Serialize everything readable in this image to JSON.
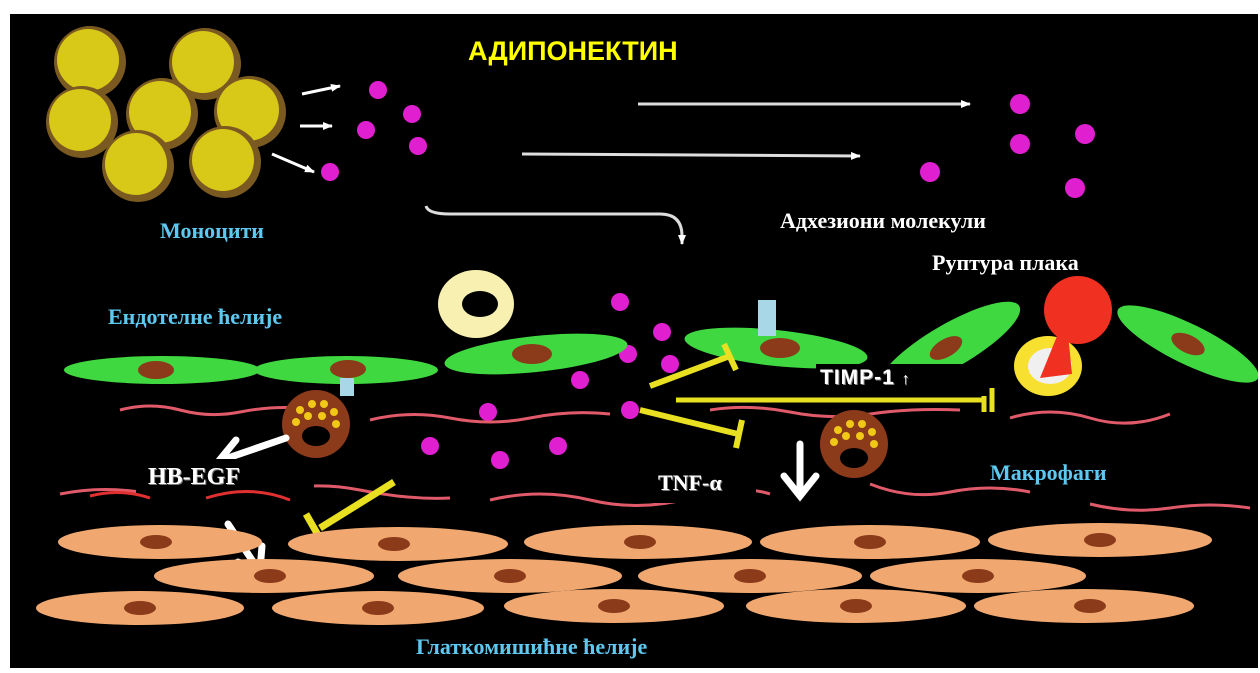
{
  "title": "АДИПОНЕКТИН",
  "labels": {
    "monocytes": "Моноцити",
    "adhesion_molecules": "Адхезиони молекули",
    "plaque_rupture": "Руптура плака",
    "endothelial_cells": "Ендотелне ћелије",
    "timp": "TIMP-1",
    "timp_arrow": "↑",
    "hb_egf": "HB-EGF",
    "tnf": "TNF-α",
    "macrophages": "Макрофаги",
    "smooth_muscle_cells": "Глаткомишићне ћелије"
  },
  "colors": {
    "background": "#000000",
    "title": "#ffff00",
    "cell_label": "#5ec8f0",
    "white_label": "#ffffff",
    "monocyte": "#d8c818",
    "adhesion_dot": "#e020d0",
    "endothelial": "#40d840",
    "nucleus": "#8b3a1a",
    "smooth_muscle": "#f0a870",
    "fiber": "#e05a6a",
    "inhibitor": "#e8e020",
    "rupture": "#f03020"
  },
  "icons": [
    "arrow-icon",
    "inhibition-icon",
    "monocyte-cell-icon",
    "macrophage-icon",
    "endothelial-cell-icon",
    "smooth-muscle-cell-icon",
    "rupture-icon"
  ]
}
